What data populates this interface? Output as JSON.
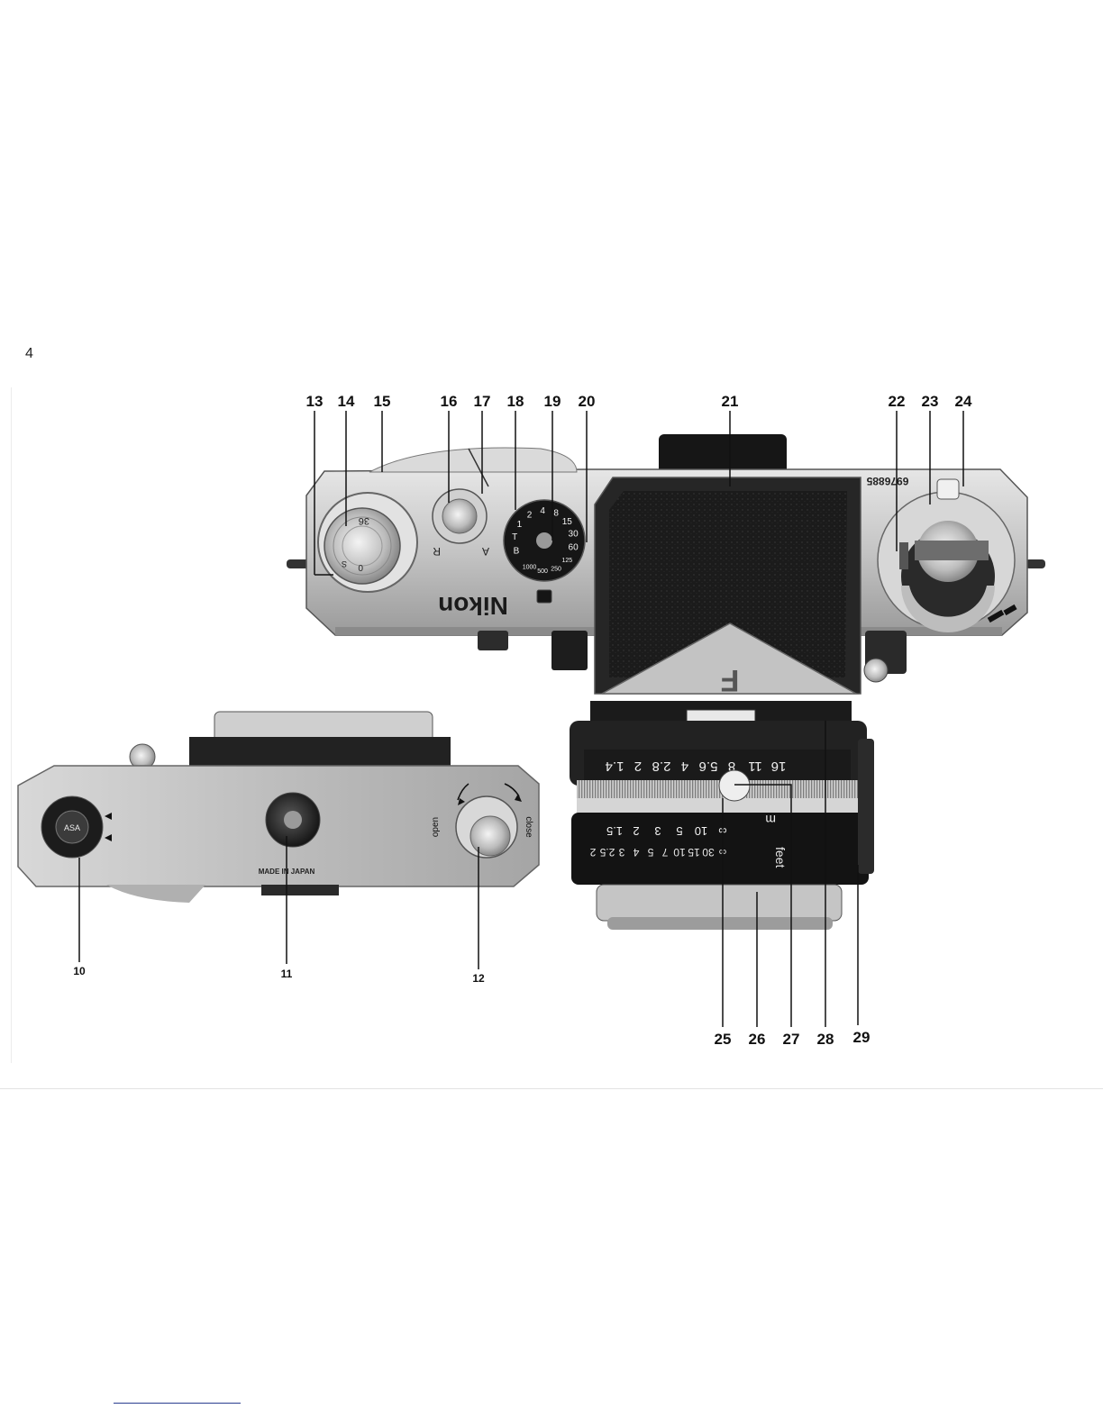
{
  "page": {
    "number": "4"
  },
  "top_view_callouts": [
    "13",
    "14",
    "15",
    "16",
    "17",
    "18",
    "19",
    "20",
    "21",
    "22",
    "23",
    "24"
  ],
  "lens_callouts": [
    "25",
    "26",
    "27",
    "28",
    "29"
  ],
  "bottom_view_callouts": [
    "10",
    "11",
    "12"
  ],
  "camera_markings": {
    "brand": "Nikon",
    "prism_logo": "F",
    "serial_number": "6976885",
    "made_in": "MADE IN JAPAN",
    "rewind_open": "open",
    "rewind_close": "close",
    "asa_label": "ASA",
    "counter_36": "36",
    "counter_0": "0",
    "counter_s": "S",
    "lever_r": "R",
    "lever_a": "A",
    "shutter_speeds": [
      "B",
      "T",
      "1",
      "2",
      "4",
      "8",
      "15",
      "30",
      "60",
      "125",
      "250",
      "500",
      "1000"
    ],
    "apertures": [
      "1.4",
      "2",
      "2.8",
      "4",
      "5.6",
      "8",
      "11",
      "16"
    ],
    "distance_feet": [
      "∞",
      "30",
      "15",
      "10",
      "7",
      "5",
      "4",
      "3",
      "2.5",
      "2"
    ],
    "distance_m": [
      "∞",
      "10",
      "5",
      "3",
      "2",
      "1.5"
    ],
    "lens_units_feet": "feet",
    "lens_units_m": "m"
  },
  "colors": {
    "ink": "#111111",
    "metal_light": "#c9c9c9",
    "metal_dark": "#2a2a2a",
    "leather": "#1c1c1c"
  }
}
